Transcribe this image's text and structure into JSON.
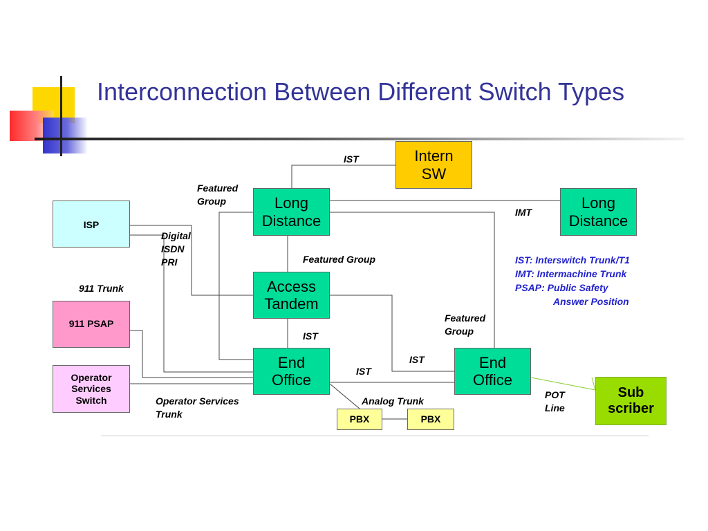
{
  "slide": {
    "title": "Interconnection Between Different Switch Types"
  },
  "nodes": {
    "intern_sw": "Intern\nSW",
    "long_distance_1": "Long\nDistance",
    "long_distance_2": "Long\nDistance",
    "isp": "ISP",
    "access_tandem": "Access\nTandem",
    "psap": "911 PSAP",
    "operator_services_switch": "Operator\nServices\nSwitch",
    "end_office_1": "End\nOffice",
    "end_office_2": "End\nOffice",
    "pbx_1": "PBX",
    "pbx_2": "PBX",
    "subscriber": "Sub\nscriber"
  },
  "links": {
    "ist_top": "IST",
    "featured_group_ld": "Featured\nGroup",
    "imt": "IMT",
    "digital_isdn_pri": "Digital\nISDN\nPRI",
    "featured_group_mid": "Featured Group",
    "trunk_911": "911 Trunk",
    "featured_group_right": "Featured\nGroup",
    "ist_mid": "IST",
    "ist_right": "IST",
    "ist_bottom": "IST",
    "operator_services_trunk": "Operator Services\nTrunk",
    "analog_trunk": "Analog Trunk",
    "pot_line": "POT\nLine"
  },
  "legend": {
    "line1": "IST: Interswitch Trunk/T1",
    "line2": "IMT: Intermachine Trunk",
    "line3": "PSAP: Public Safety",
    "line4": "Answer Position"
  },
  "colors": {
    "title": "#333399",
    "switch_fill": "#00dd99",
    "intern_fill": "#ffcc00",
    "isp_fill": "#ccffff",
    "psap_fill": "#ff99cc",
    "operator_fill": "#ffccff",
    "pbx_fill": "#ffff99",
    "subscriber_fill": "#99dd00",
    "legend_text": "#2222cc"
  }
}
